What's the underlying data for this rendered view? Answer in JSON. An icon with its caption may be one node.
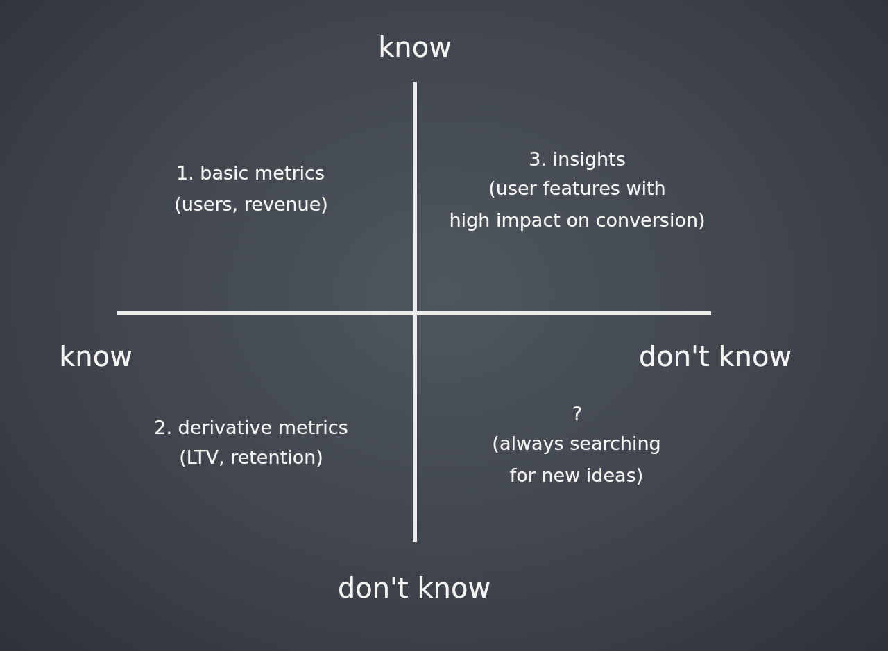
{
  "diagram": {
    "labels": [
      "know",
      "1. basic metrics",
      "(users, revenue)",
      "3. insights",
      "(user features with high impact on conversion)",
      "know",
      "don't know",
      "2. derivative metrics",
      "(LTV, retention)",
      "?",
      "(always searching for new ideas)",
      "don't know"
    ]
  }
}
